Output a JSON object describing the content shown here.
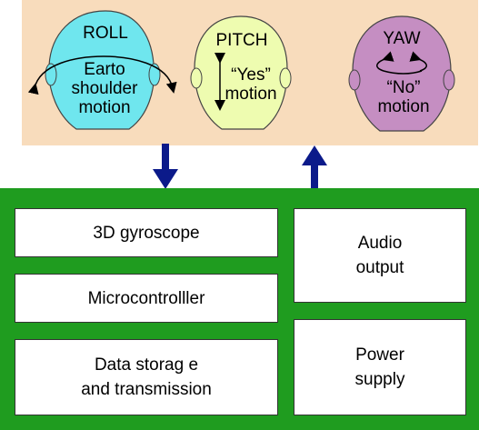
{
  "motions": [
    {
      "title": "ROLL",
      "caption": "Earto\nshoulder\nmotion",
      "face_color": "#6fe6ee",
      "icon": "curved-double-arrow-icon"
    },
    {
      "title": "PITCH",
      "caption": "“Yes”\nmotion",
      "face_color": "#eefcb0",
      "icon": "vertical-double-arrow-icon"
    },
    {
      "title": "YAW",
      "caption": "“No”\nmotion",
      "face_color": "#c58ec2",
      "icon": "rotation-arrows-icon"
    }
  ],
  "arrows": {
    "down_label": "",
    "up_label": "",
    "color": "#0b1a8a"
  },
  "system": {
    "bg_color": "#1f9c1f",
    "blocks": {
      "gyroscope": "3D gyroscope",
      "microcontroller": "Microcontrolller",
      "data_storage": "Data storag e\nand transmission",
      "audio_output": "Audio\noutput",
      "power_supply": "Power\nsupply"
    }
  }
}
